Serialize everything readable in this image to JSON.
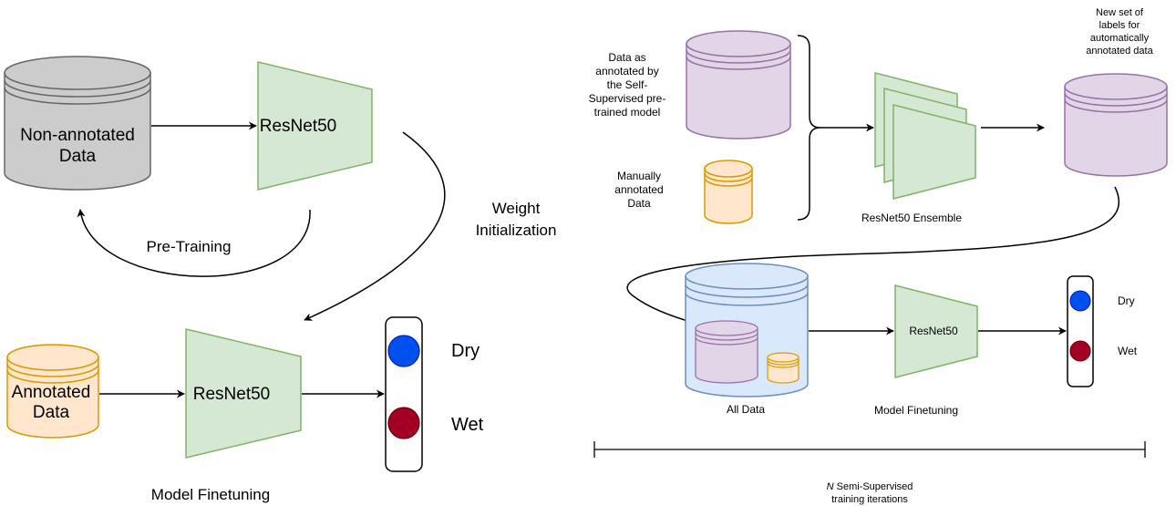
{
  "left": {
    "non_annotated_line1": "Non-annotated",
    "non_annotated_line2": "Data",
    "resnet_top": "ResNet50",
    "pretraining": "Pre-Training",
    "weight_line1": "Weight",
    "weight_line2": "Initialization",
    "annotated_line1": "Annotated",
    "annotated_line2": "Data",
    "resnet_bottom": "ResNet50",
    "dry": "Dry",
    "wet": "Wet",
    "finetuning": "Model Finetuning"
  },
  "right": {
    "ssl_line1": "Data as",
    "ssl_line2": "annotated by",
    "ssl_line3": "the Self-",
    "ssl_line4": "Supervised pre-",
    "ssl_line5": "trained model",
    "manual_line1": "Manually",
    "manual_line2": "annotated",
    "manual_line3": "Data",
    "ensemble": "ResNet50 Ensemble",
    "newset_line1": "New set of",
    "newset_line2": "labels for",
    "newset_line3": "automatically",
    "newset_line4": "annotated data",
    "all_data": "All Data",
    "resnet": "ResNet50",
    "finetuning": "Model Finetuning",
    "dry": "Dry",
    "wet": "Wet",
    "iter_n": "N",
    "iter_line1_rest": " Semi-Supervised",
    "iter_line2": "training iterations"
  },
  "colors": {
    "gray_fill": "#cccccc",
    "gray_stroke": "#666666",
    "green_fill": "#d5e8d4",
    "green_stroke": "#82b366",
    "orange_fill": "#ffe6cc",
    "orange_stroke": "#d79b00",
    "purple_fill": "#e1d5e7",
    "purple_stroke": "#9673a6",
    "blue_fill": "#dae8fc",
    "blue_stroke": "#6c8ebf",
    "dry_fill": "#0050ef",
    "wet_fill": "#a20025"
  }
}
